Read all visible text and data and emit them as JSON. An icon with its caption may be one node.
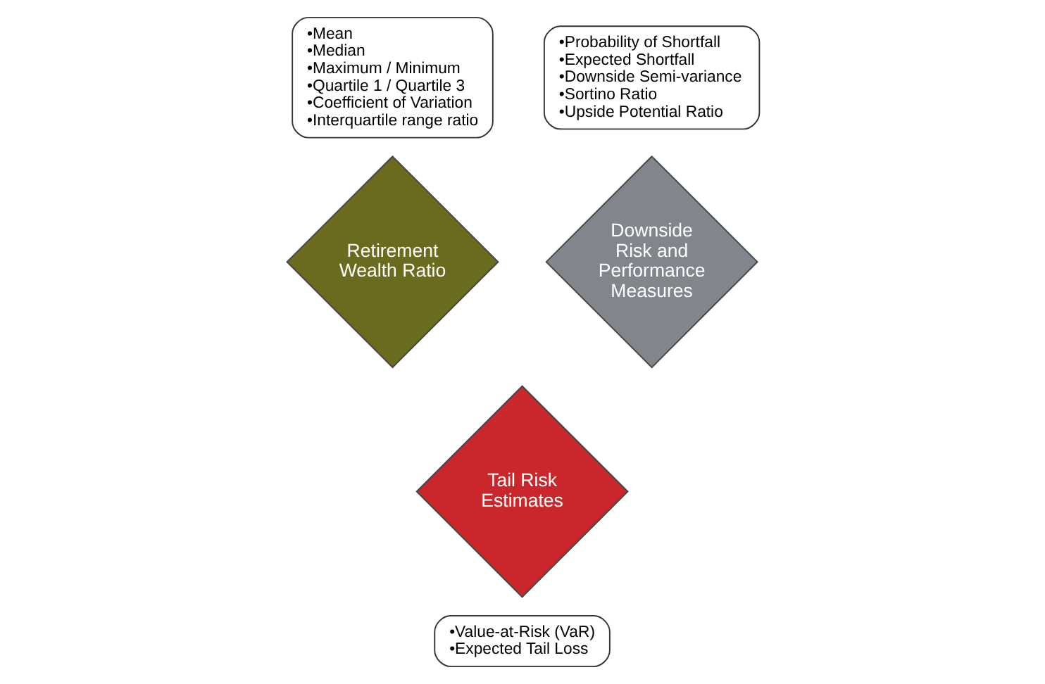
{
  "diagram": {
    "nodes": [
      {
        "text": [
          "•Mean",
          "•Median",
          "•Maximum / Minimum",
          "•Quartile 1 / Quartile 3",
          "•Coefficient of Variation",
          "•Interquartile range ratio"
        ]
      },
      {
        "text": [
          "•Probability of Shortfall",
          "•Expected Shortfall",
          "•Downside Semi-variance",
          "•Sortino Ratio",
          "•Upside Potential Ratio"
        ]
      },
      {
        "text": [
          "Retirement Wealth Ratio"
        ]
      },
      {
        "text": [
          "Downside Risk and Performance Measures"
        ]
      },
      {
        "text": [
          "Tail Risk Estimates"
        ]
      },
      {
        "text": [
          "•Value-at-Risk (VaR)",
          "•Expected Tail Loss"
        ]
      }
    ]
  }
}
